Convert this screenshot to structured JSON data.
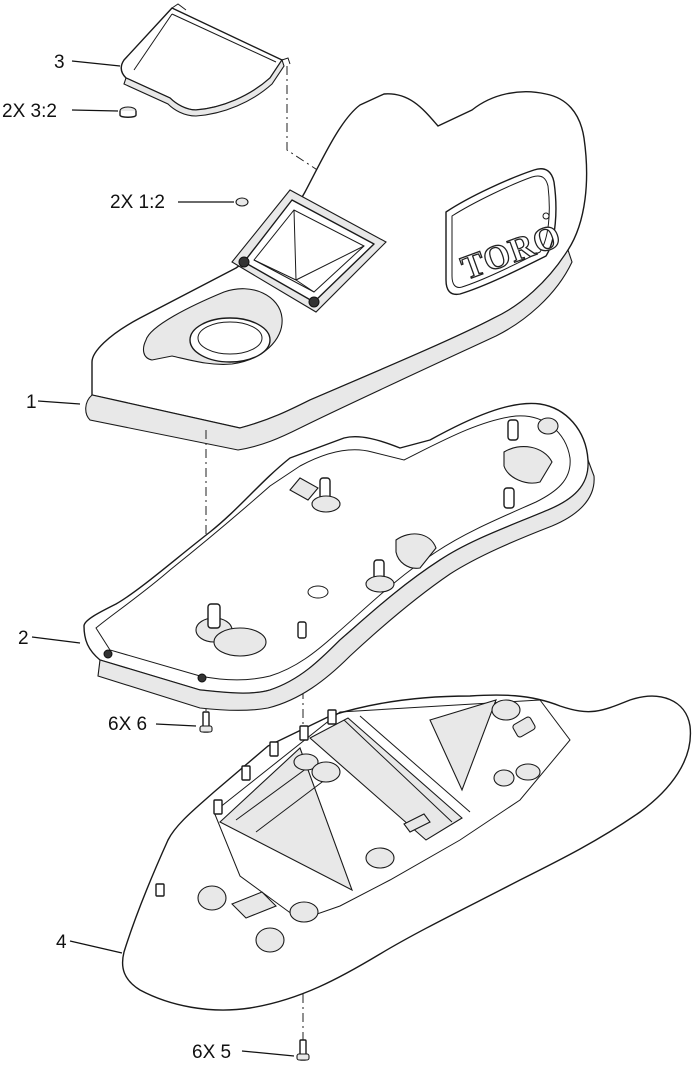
{
  "diagram": {
    "logo_text": "TORO",
    "callouts": [
      {
        "id": "callout-3",
        "label": "3"
      },
      {
        "id": "callout-2x-3-2",
        "label": "2X  3:2"
      },
      {
        "id": "callout-2x-1-2",
        "label": "2X  1:2"
      },
      {
        "id": "callout-1",
        "label": "1"
      },
      {
        "id": "callout-2",
        "label": "2"
      },
      {
        "id": "callout-6x-6",
        "label": "6X  6"
      },
      {
        "id": "callout-4",
        "label": "4"
      },
      {
        "id": "callout-6x-5",
        "label": "6X  5"
      }
    ]
  }
}
